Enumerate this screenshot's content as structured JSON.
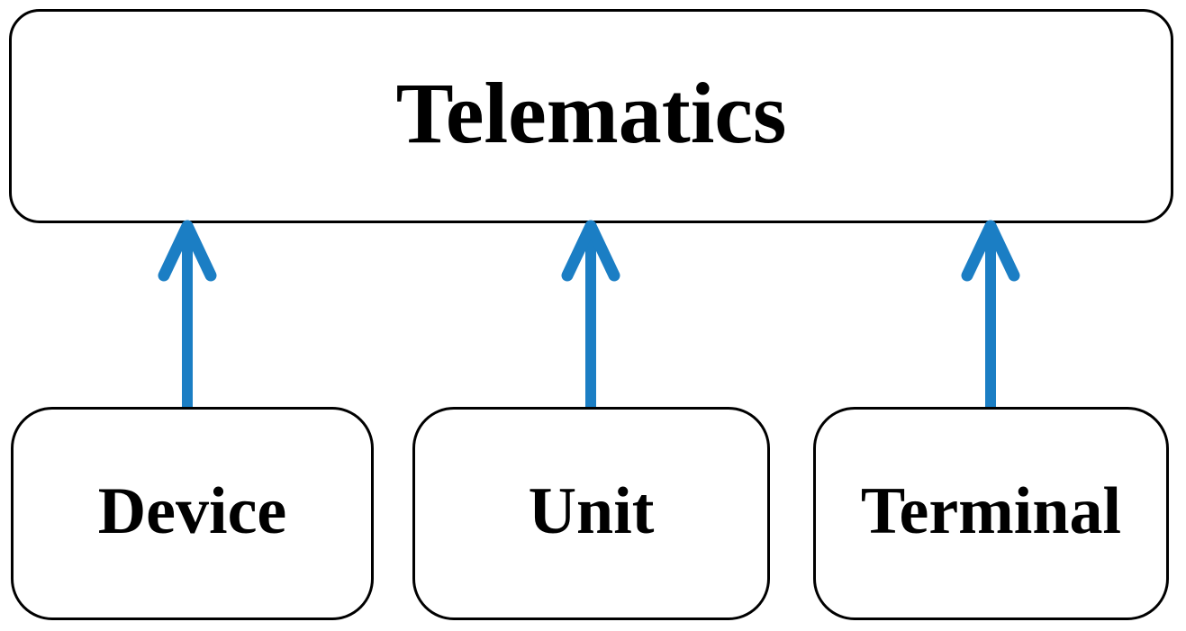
{
  "diagram": {
    "nodes": [
      {
        "id": "telematics",
        "label": "Telematics",
        "role": "parent"
      },
      {
        "id": "device",
        "label": "Device",
        "role": "child"
      },
      {
        "id": "unit",
        "label": "Unit",
        "role": "child"
      },
      {
        "id": "terminal",
        "label": "Terminal",
        "role": "child"
      }
    ],
    "edges": [
      {
        "from": "device",
        "to": "telematics",
        "direction": "up"
      },
      {
        "from": "unit",
        "to": "telematics",
        "direction": "up"
      },
      {
        "from": "terminal",
        "to": "telematics",
        "direction": "up"
      }
    ],
    "colors": {
      "arrow": "#1b7ec4",
      "node_border": "#000000",
      "node_fill": "#ffffff",
      "text": "#000000",
      "background": "#ffffff"
    }
  }
}
